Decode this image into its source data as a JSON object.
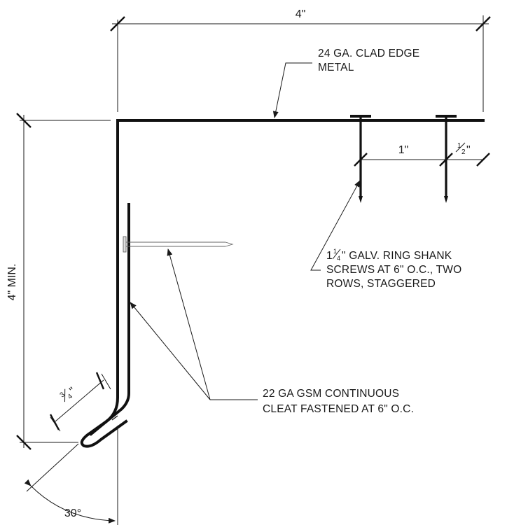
{
  "dimensions": {
    "top_width": "4\"",
    "height": "4\" MIN.",
    "screw_spacing": "1\"",
    "edge_offset_num": "1",
    "edge_offset_den": "2",
    "edge_offset_mark": "\"",
    "hem_num": "3",
    "hem_den": "4",
    "hem_mark": "\"",
    "angle": "30°"
  },
  "callouts": {
    "edge_metal": {
      "lines": [
        "24 GA. CLAD EDGE",
        "METAL"
      ]
    },
    "screws": {
      "line1_prefix": "1",
      "line1_num": "1",
      "line1_den": "4",
      "line1_suffix": "\" GALV. RING SHANK",
      "lines": [
        "SCREWS AT 6\" O.C., TWO",
        "ROWS, STAGGERED"
      ]
    },
    "cleat": {
      "lines": [
        "22 GA GSM CONTINUOUS",
        "CLEAT FASTENED AT 6\" O.C."
      ]
    }
  },
  "colors": {
    "ink": "#1a1a1a",
    "background": "#ffffff"
  }
}
